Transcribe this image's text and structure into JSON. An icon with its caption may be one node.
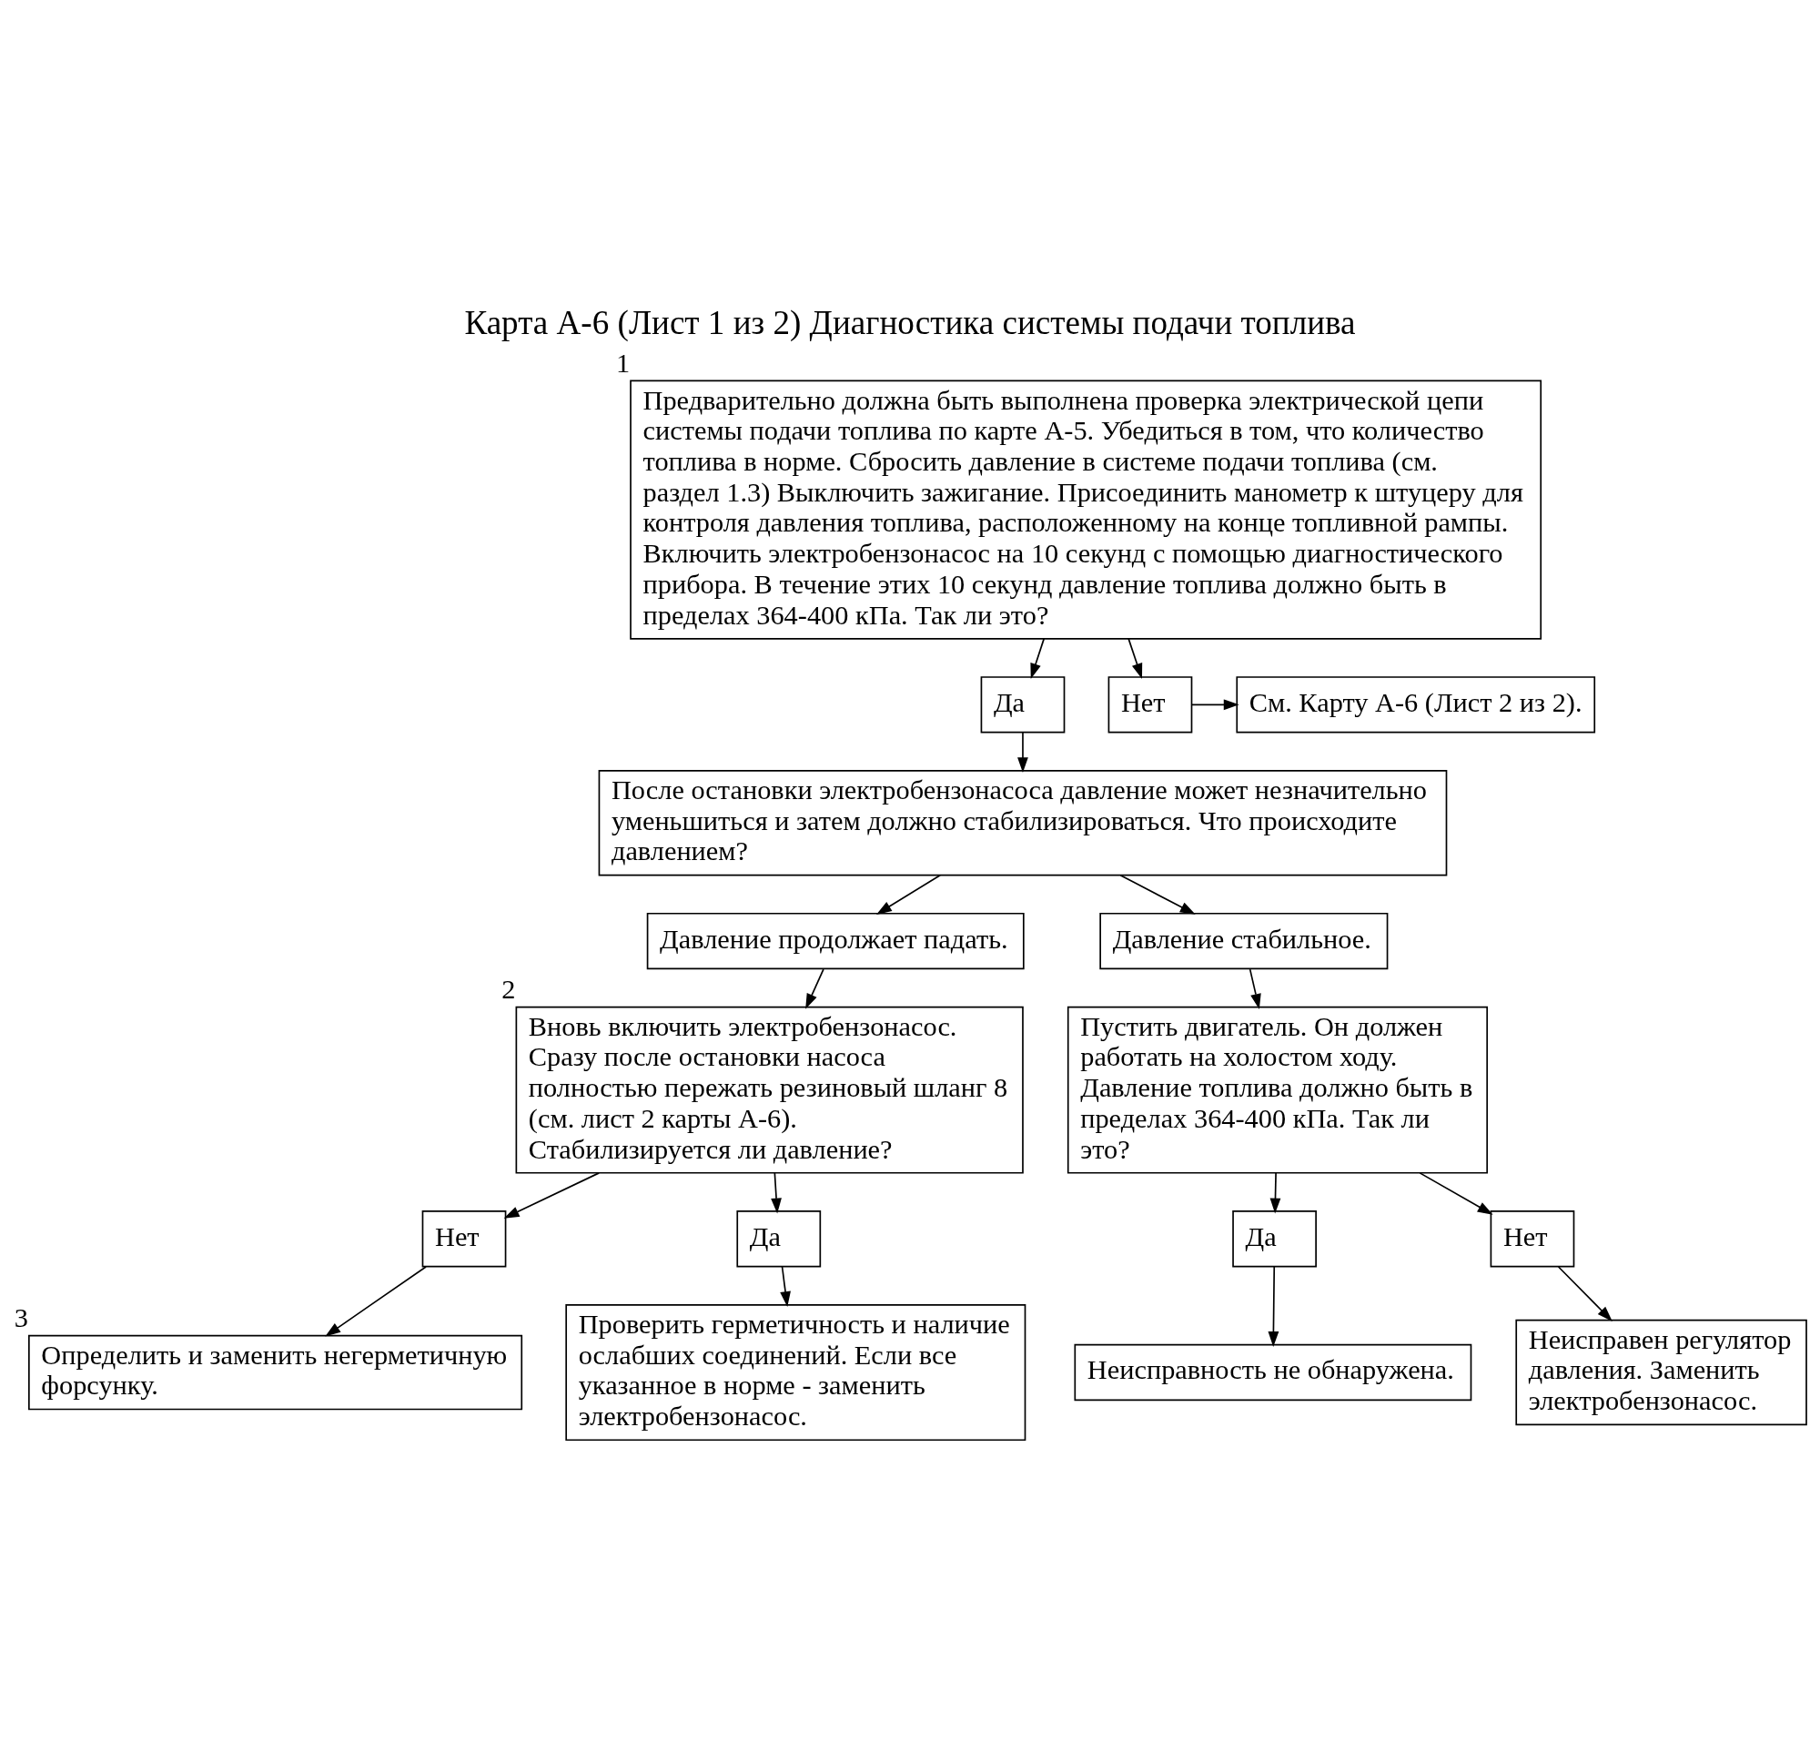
{
  "diagram": {
    "title": "Карта А-6 (Лист 1 из 2) Диагностика системы подачи топлива",
    "nodes": [
      {
        "text": [
          "Предварительно должна быть выполнена проверка электрической цепи системы подачи топлива по карте А-5. Убедиться в том, что количество топлива в норме. Сбросить давление в системе подачи топлива (см. раздел 1.3) Выключить зажигание. Присоединить манометр к штуцеру для контроля давления топлива, расположенному на конце топливной рампы. Включить электробензонасос на 10 секунд с помощью диагностического прибора. В течение этих 10 секунд давление топлива должно быть в пределах 364-400 кПа. Так ли это?"
        ],
        "beside": [
          "1"
        ]
      },
      {
        "text": [
          "Да"
        ]
      },
      {
        "text": [
          "Нет"
        ]
      },
      {
        "text": [
          "См. Карту А-6 (Лист 2 из 2)."
        ]
      },
      {
        "text": [
          "После остановки электробензонасоса давление может незначительно уменьшиться и затем должно стабилизироваться. Что происходите давлением?"
        ]
      },
      {
        "text": [
          "Давление продолжает падать."
        ]
      },
      {
        "text": [
          "Давление стабильное."
        ]
      },
      {
        "text": [
          "Вновь включить электробензонасос. Сразу после остановки насоса полностью пережать резиновый шланг 8 (см. лист 2 карты А-6). Стабилизируется ли давление?"
        ],
        "beside": [
          "2"
        ]
      },
      {
        "text": [
          "Пустить двигатель. Он должен работать на холостом ходу. Давление топлива должно быть в пределах 364-400 кПа. Так ли это?"
        ]
      },
      {
        "text": [
          "Нет"
        ]
      },
      {
        "text": [
          "Да"
        ]
      },
      {
        "text": [
          "Да"
        ]
      },
      {
        "text": [
          "Нет"
        ]
      },
      {
        "text": [
          "Проверить герметичность и наличие ослабших соединений. Если все указанное в норме - заменить электробензонасос."
        ]
      },
      {
        "text": [
          "Неисправен регулятор давления. Заменить электробензонасос."
        ]
      },
      {
        "text": [
          "Определить и заменить негерметичную форсунку."
        ],
        "beside": [
          "3"
        ]
      },
      {
        "text": [
          "Неисправность не обнаружена."
        ]
      }
    ],
    "edges": [
      {
        "from": 0,
        "to": 1,
        "arrow": "to"
      },
      {
        "from": 0,
        "to": 2,
        "arrow": "to"
      },
      {
        "from": 2,
        "to": 3,
        "arrow": "to"
      },
      {
        "from": 1,
        "to": 4,
        "arrow": "to"
      },
      {
        "from": 4,
        "to": 5,
        "arrow": "to"
      },
      {
        "from": 4,
        "to": 6,
        "arrow": "to"
      },
      {
        "from": 5,
        "to": 7,
        "arrow": "to"
      },
      {
        "from": 6,
        "to": 8,
        "arrow": "to"
      },
      {
        "from": 7,
        "to": 9,
        "arrow": "to"
      },
      {
        "from": 7,
        "to": 10,
        "arrow": "to"
      },
      {
        "from": 8,
        "to": 11,
        "arrow": "to"
      },
      {
        "from": 8,
        "to": 12,
        "arrow": "to"
      },
      {
        "from": 10,
        "to": 13,
        "arrow": "to"
      },
      {
        "from": 12,
        "to": 14,
        "arrow": "to"
      },
      {
        "from": 9,
        "to": 15,
        "arrow": "to"
      },
      {
        "from": 11,
        "to": 16,
        "arrow": "to"
      }
    ]
  }
}
